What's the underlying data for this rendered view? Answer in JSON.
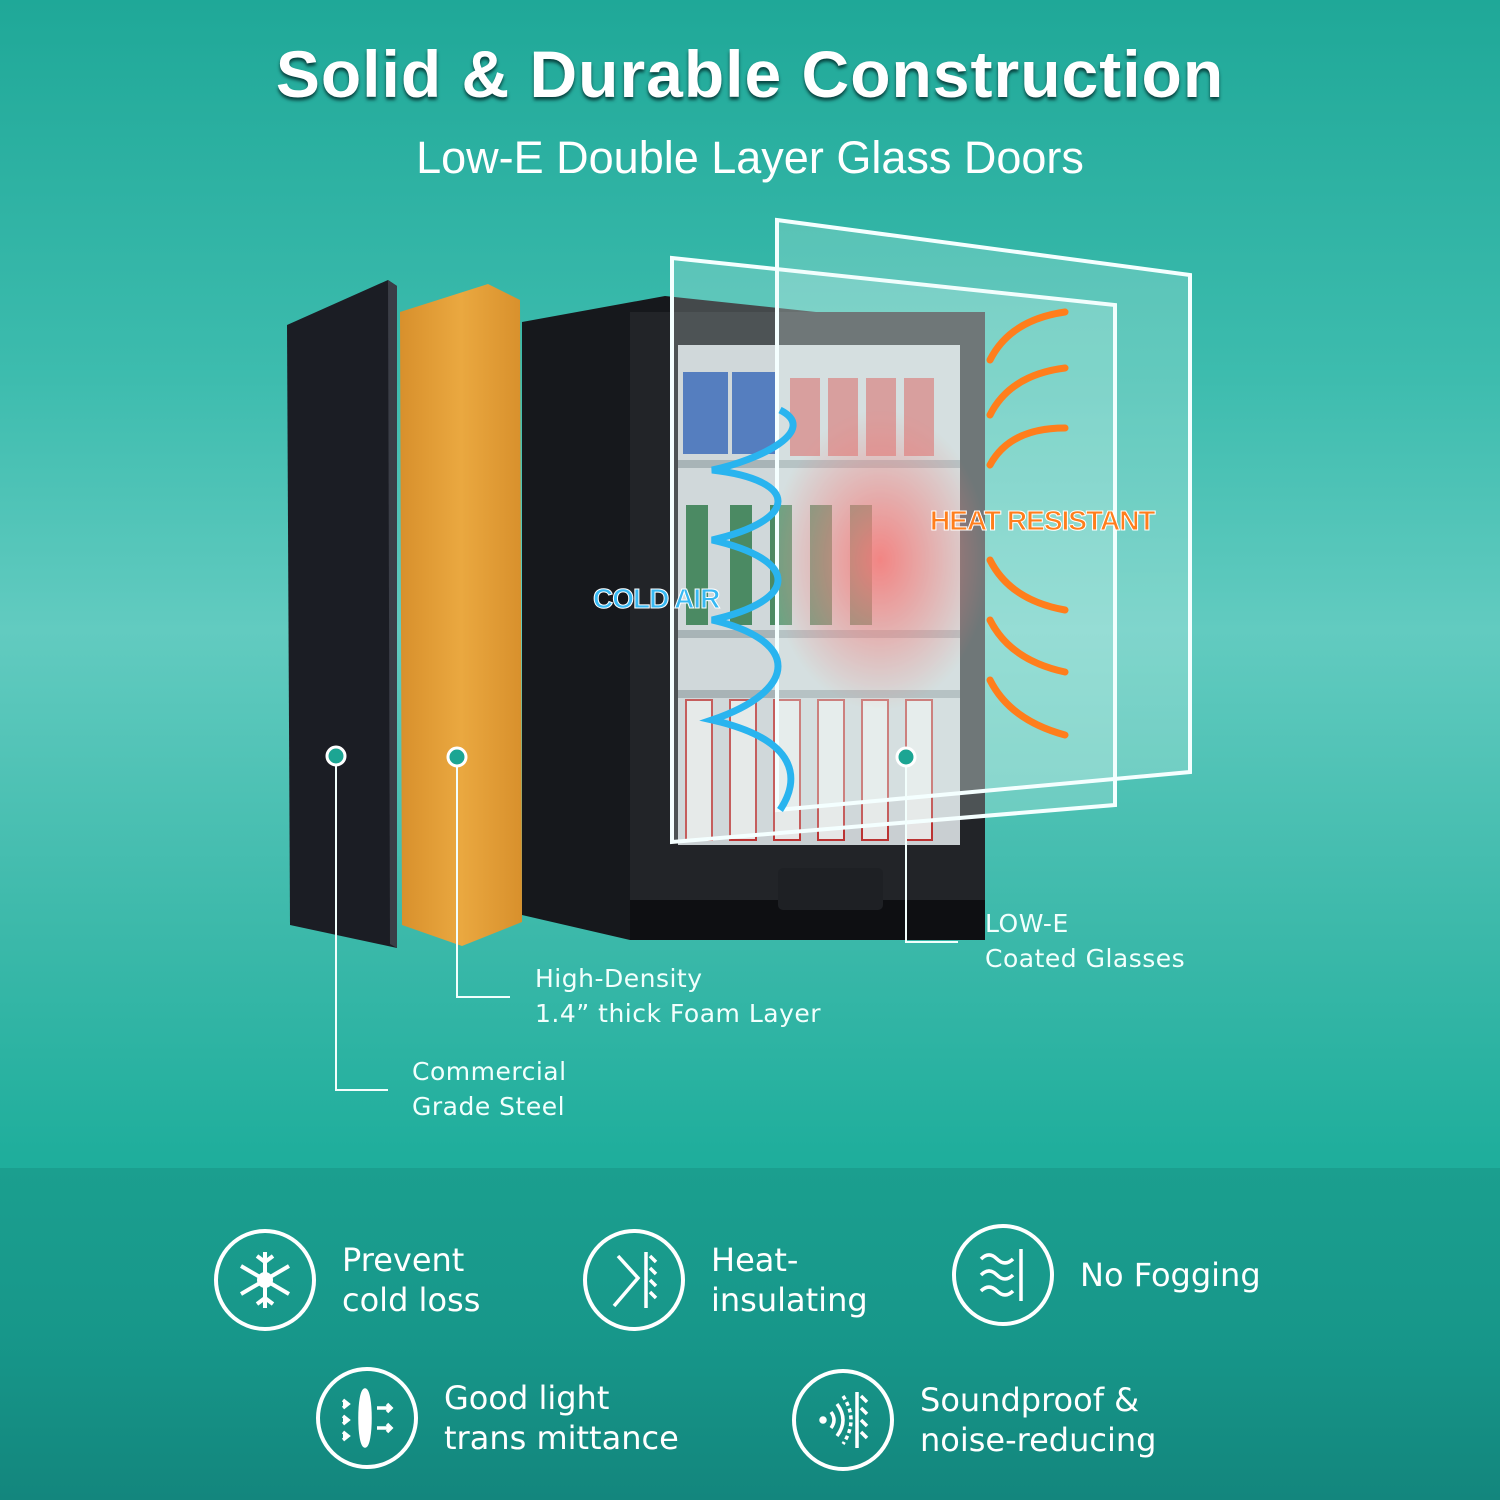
{
  "header": {
    "title": "Solid & Durable Construction",
    "subtitle": "Low-E Double Layer Glass Doors"
  },
  "diagram": {
    "cold_air_label": "COLD AIR",
    "heat_label": "HEAT RESISTANT",
    "callouts": [
      {
        "line1": "LOW-E",
        "line2": "Coated Glasses"
      },
      {
        "line1": "High-Density",
        "line2": "1.4” thick Foam Layer"
      },
      {
        "line1": "Commercial",
        "line2": "Grade Steel"
      }
    ]
  },
  "features": [
    {
      "icon": "snowflake-icon",
      "line1": "Prevent",
      "line2": "cold loss"
    },
    {
      "icon": "heat-insulating-icon",
      "line1": "Heat-",
      "line2": "insulating"
    },
    {
      "icon": "no-fogging-icon",
      "line1": "No Fogging",
      "line2": ""
    },
    {
      "icon": "light-transmittance-icon",
      "line1": "Good light",
      "line2": "trans mittance"
    },
    {
      "icon": "soundproof-icon",
      "line1": "Soundproof &",
      "line2": "noise-reducing"
    }
  ],
  "colors": {
    "teal": "#1fae9c",
    "foam": "#e4a03c",
    "heat": "#ff7a1a",
    "cold": "#29b4ef"
  }
}
